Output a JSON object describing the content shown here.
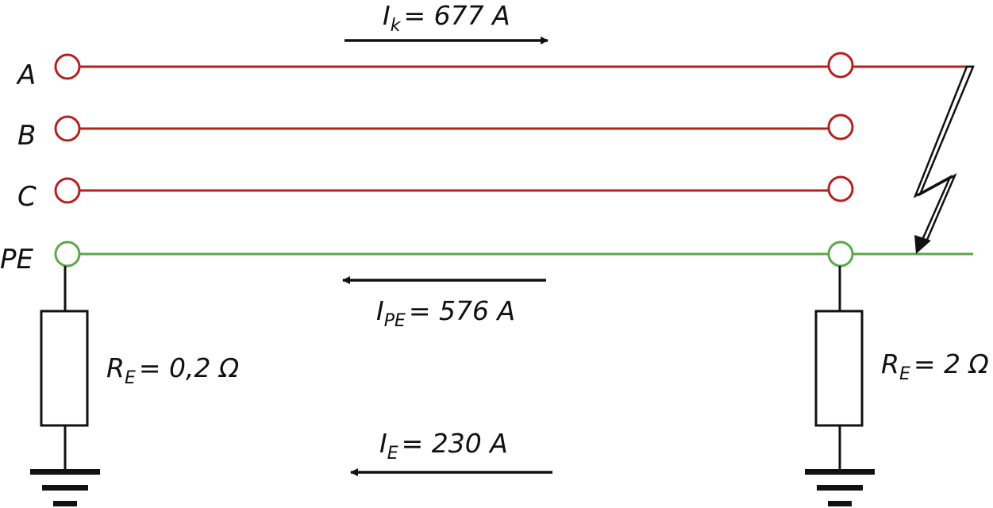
{
  "colors": {
    "phase": "#b5211f",
    "pe": "#5aa84a",
    "component": "#111111",
    "background": "#ffffff"
  },
  "labels": {
    "phase_a": "A",
    "phase_b": "B",
    "phase_c": "C",
    "protective_earth": "PE"
  },
  "annotations": {
    "fault_current": {
      "symbol": "I",
      "subscript": "k",
      "value": "= 677 A"
    },
    "pe_current": {
      "symbol": "I",
      "subscript": "PE",
      "value": "= 576 A"
    },
    "earth_current": {
      "symbol": "I",
      "subscript": "E",
      "value": "= 230 A"
    },
    "left_resistance": {
      "symbol": "R",
      "subscript": "E",
      "value": "= 0,2 Ω"
    },
    "right_resistance": {
      "symbol": "R",
      "subscript": "E",
      "value": "= 2 Ω"
    }
  }
}
